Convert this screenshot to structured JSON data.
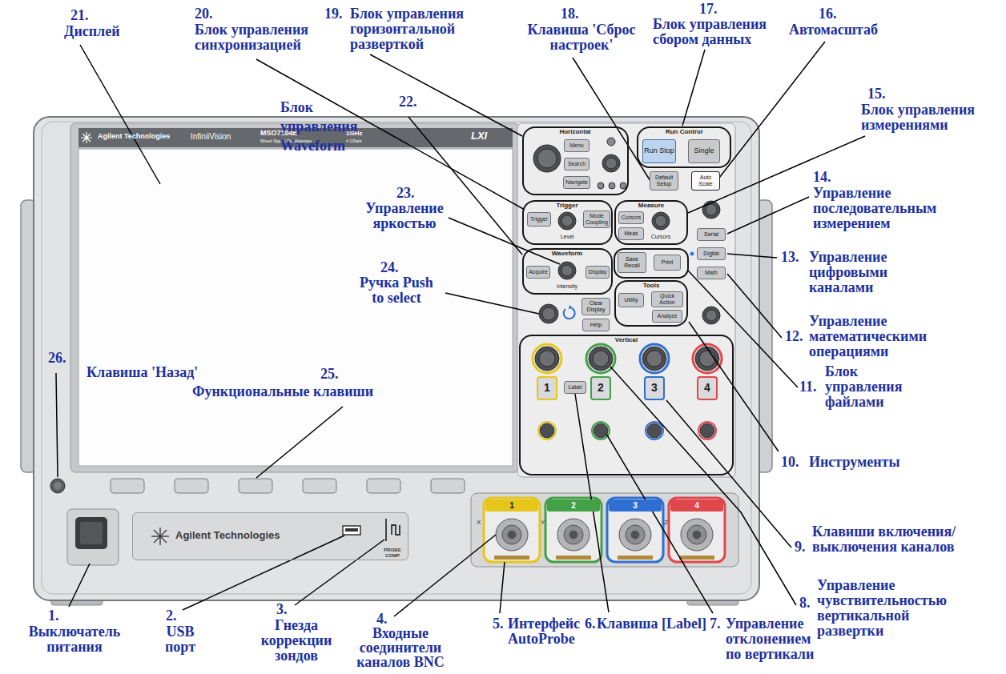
{
  "diagram": {
    "nodes": [
      {
        "text": [
          "Agilent Technologies",
          "InfiniiVision",
          "MSO7104B",
          "Mixed Signal Oscilloscope",
          "1GHz",
          "4 GSa/s",
          "LXI"
        ]
      },
      {
        "text": [
          "Horizontal"
        ]
      },
      {
        "text": [
          "Menu"
        ],
        "in": 1
      },
      {
        "text": [
          "Search"
        ],
        "in": 1
      },
      {
        "text": [
          "Navigate"
        ],
        "in": 1
      },
      {
        "text": [
          "Run Control"
        ]
      },
      {
        "text": [
          "Run Stop"
        ],
        "in": 5
      },
      {
        "text": [
          "Single"
        ],
        "in": 5
      },
      {
        "text": [
          "Default Setup"
        ]
      },
      {
        "text": [
          "Auto Scale"
        ]
      },
      {
        "text": [
          "Trigger",
          "Level"
        ]
      },
      {
        "text": [
          "Trigger"
        ],
        "in": 10
      },
      {
        "text": [
          "Mode Coupling"
        ],
        "in": 10
      },
      {
        "text": [
          "Measure",
          "Cursors"
        ]
      },
      {
        "text": [
          "Cursors"
        ],
        "in": 13
      },
      {
        "text": [
          "Meas"
        ],
        "in": 13
      },
      {
        "text": [
          "Waveform",
          "Intensity"
        ]
      },
      {
        "text": [
          "Acquire"
        ],
        "in": 16
      },
      {
        "text": [
          "Display"
        ],
        "in": 16
      },
      {
        "text": [
          "Save Recall"
        ]
      },
      {
        "text": [
          "Print"
        ]
      },
      {
        "text": [
          "Tools"
        ]
      },
      {
        "text": [
          "Utility"
        ],
        "in": 21
      },
      {
        "text": [
          "Quick Action"
        ],
        "in": 21
      },
      {
        "text": [
          "Analyze"
        ],
        "in": 21
      },
      {
        "text": [
          "Clear Display"
        ]
      },
      {
        "text": [
          "Help"
        ]
      },
      {
        "text": [
          "Serial"
        ]
      },
      {
        "text": [
          "Digital"
        ]
      },
      {
        "text": [
          "Math"
        ]
      },
      {
        "text": [
          "Vertical"
        ]
      },
      {
        "text": [
          "1"
        ],
        "in": 30
      },
      {
        "text": [
          "Label"
        ],
        "in": 30
      },
      {
        "text": [
          "2"
        ],
        "in": 30
      },
      {
        "text": [
          "3"
        ],
        "in": 30
      },
      {
        "text": [
          "4"
        ],
        "in": 30
      },
      {
        "text": [
          "Agilent Technologies"
        ]
      },
      {
        "text": [
          "1"
        ]
      },
      {
        "text": [
          "2"
        ]
      },
      {
        "text": [
          "3"
        ]
      },
      {
        "text": [
          "4"
        ]
      }
    ],
    "labels": [
      "21.",
      "Дисплей",
      "20.",
      "Блок управления синхронизацией",
      "19.",
      "Блок управления горизонтальной разверткой",
      "18.",
      "Клавиша 'Сброс настроек'",
      "17.",
      "Блок управления сбором данных",
      "16.",
      "Автомасштаб",
      "15.",
      "Блок управления измерениями",
      "22.",
      "Блок управления Waveform",
      "14.",
      "Управление последовательным измерением",
      "23.",
      "Управление яркостью",
      "13.",
      "Управление цифровыми каналами",
      "24.",
      "Ручка Push to select",
      "12.",
      "Управление математическими операциями",
      "26.",
      "Клавиша 'Назад'",
      "25.",
      "Функциональные клавиши",
      "11.",
      "Блок управления файлами",
      "10.",
      "Инструменты",
      "9.",
      "Клавиши включения/выключения каналов",
      "8.",
      "Управление чувствительностью вертикальной развертки",
      "1.",
      "Выключатель питания",
      "2.",
      "USB порт",
      "3.",
      "Гнезда коррекции зондов",
      "4.",
      "Входные соединители каналов BNC",
      "5.",
      "Интерфейс AutoProbe",
      "6.",
      "Клавиша [Label]",
      "7.",
      "Управление отклонением по вертикали",
      "X",
      "Y",
      "Z",
      "PROBE COMP"
    ]
  }
}
